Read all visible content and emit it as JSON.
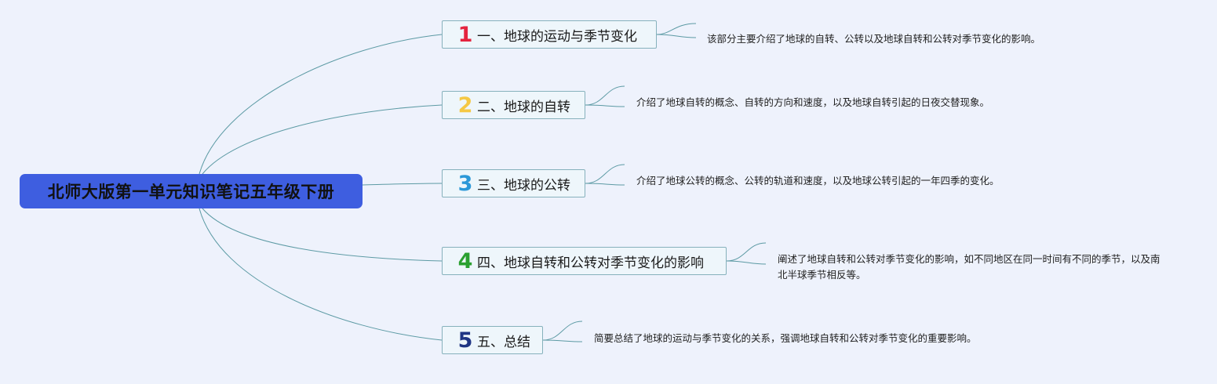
{
  "root": {
    "title": "北师大版第一单元知识笔记五年级下册"
  },
  "topics": [
    {
      "number": "1",
      "number_color": "#e4243f",
      "label": "一、地球的运动与季节变化",
      "note": "该部分主要介绍了地球的自转、公转以及地球自转和公转对季节变化的影响。"
    },
    {
      "number": "2",
      "number_color": "#f5c844",
      "label": "二、地球的自转",
      "note": "介绍了地球自转的概念、自转的方向和速度，以及地球自转引起的日夜交替现象。"
    },
    {
      "number": "3",
      "number_color": "#2c98d8",
      "label": "三、地球的公转",
      "note": "介绍了地球公转的概念、公转的轨道和速度，以及地球公转引起的一年四季的变化。"
    },
    {
      "number": "4",
      "number_color": "#2aa030",
      "label": "四、地球自转和公转对季节变化的影响",
      "note": "阐述了地球自转和公转对季节变化的影响，如不同地区在同一时间有不同的季节，以及南北半球季节相反等。"
    },
    {
      "number": "5",
      "number_color": "#1f3584",
      "label": "五、总结",
      "note": "简要总结了地球的运动与季节变化的关系，强调地球自转和公转对季节变化的重要影响。"
    }
  ],
  "colors": {
    "background": "#eef2fc",
    "root_fill": "#3e5ee0",
    "connector": "#5c9aa4",
    "topic_border": "#86b1bc"
  }
}
